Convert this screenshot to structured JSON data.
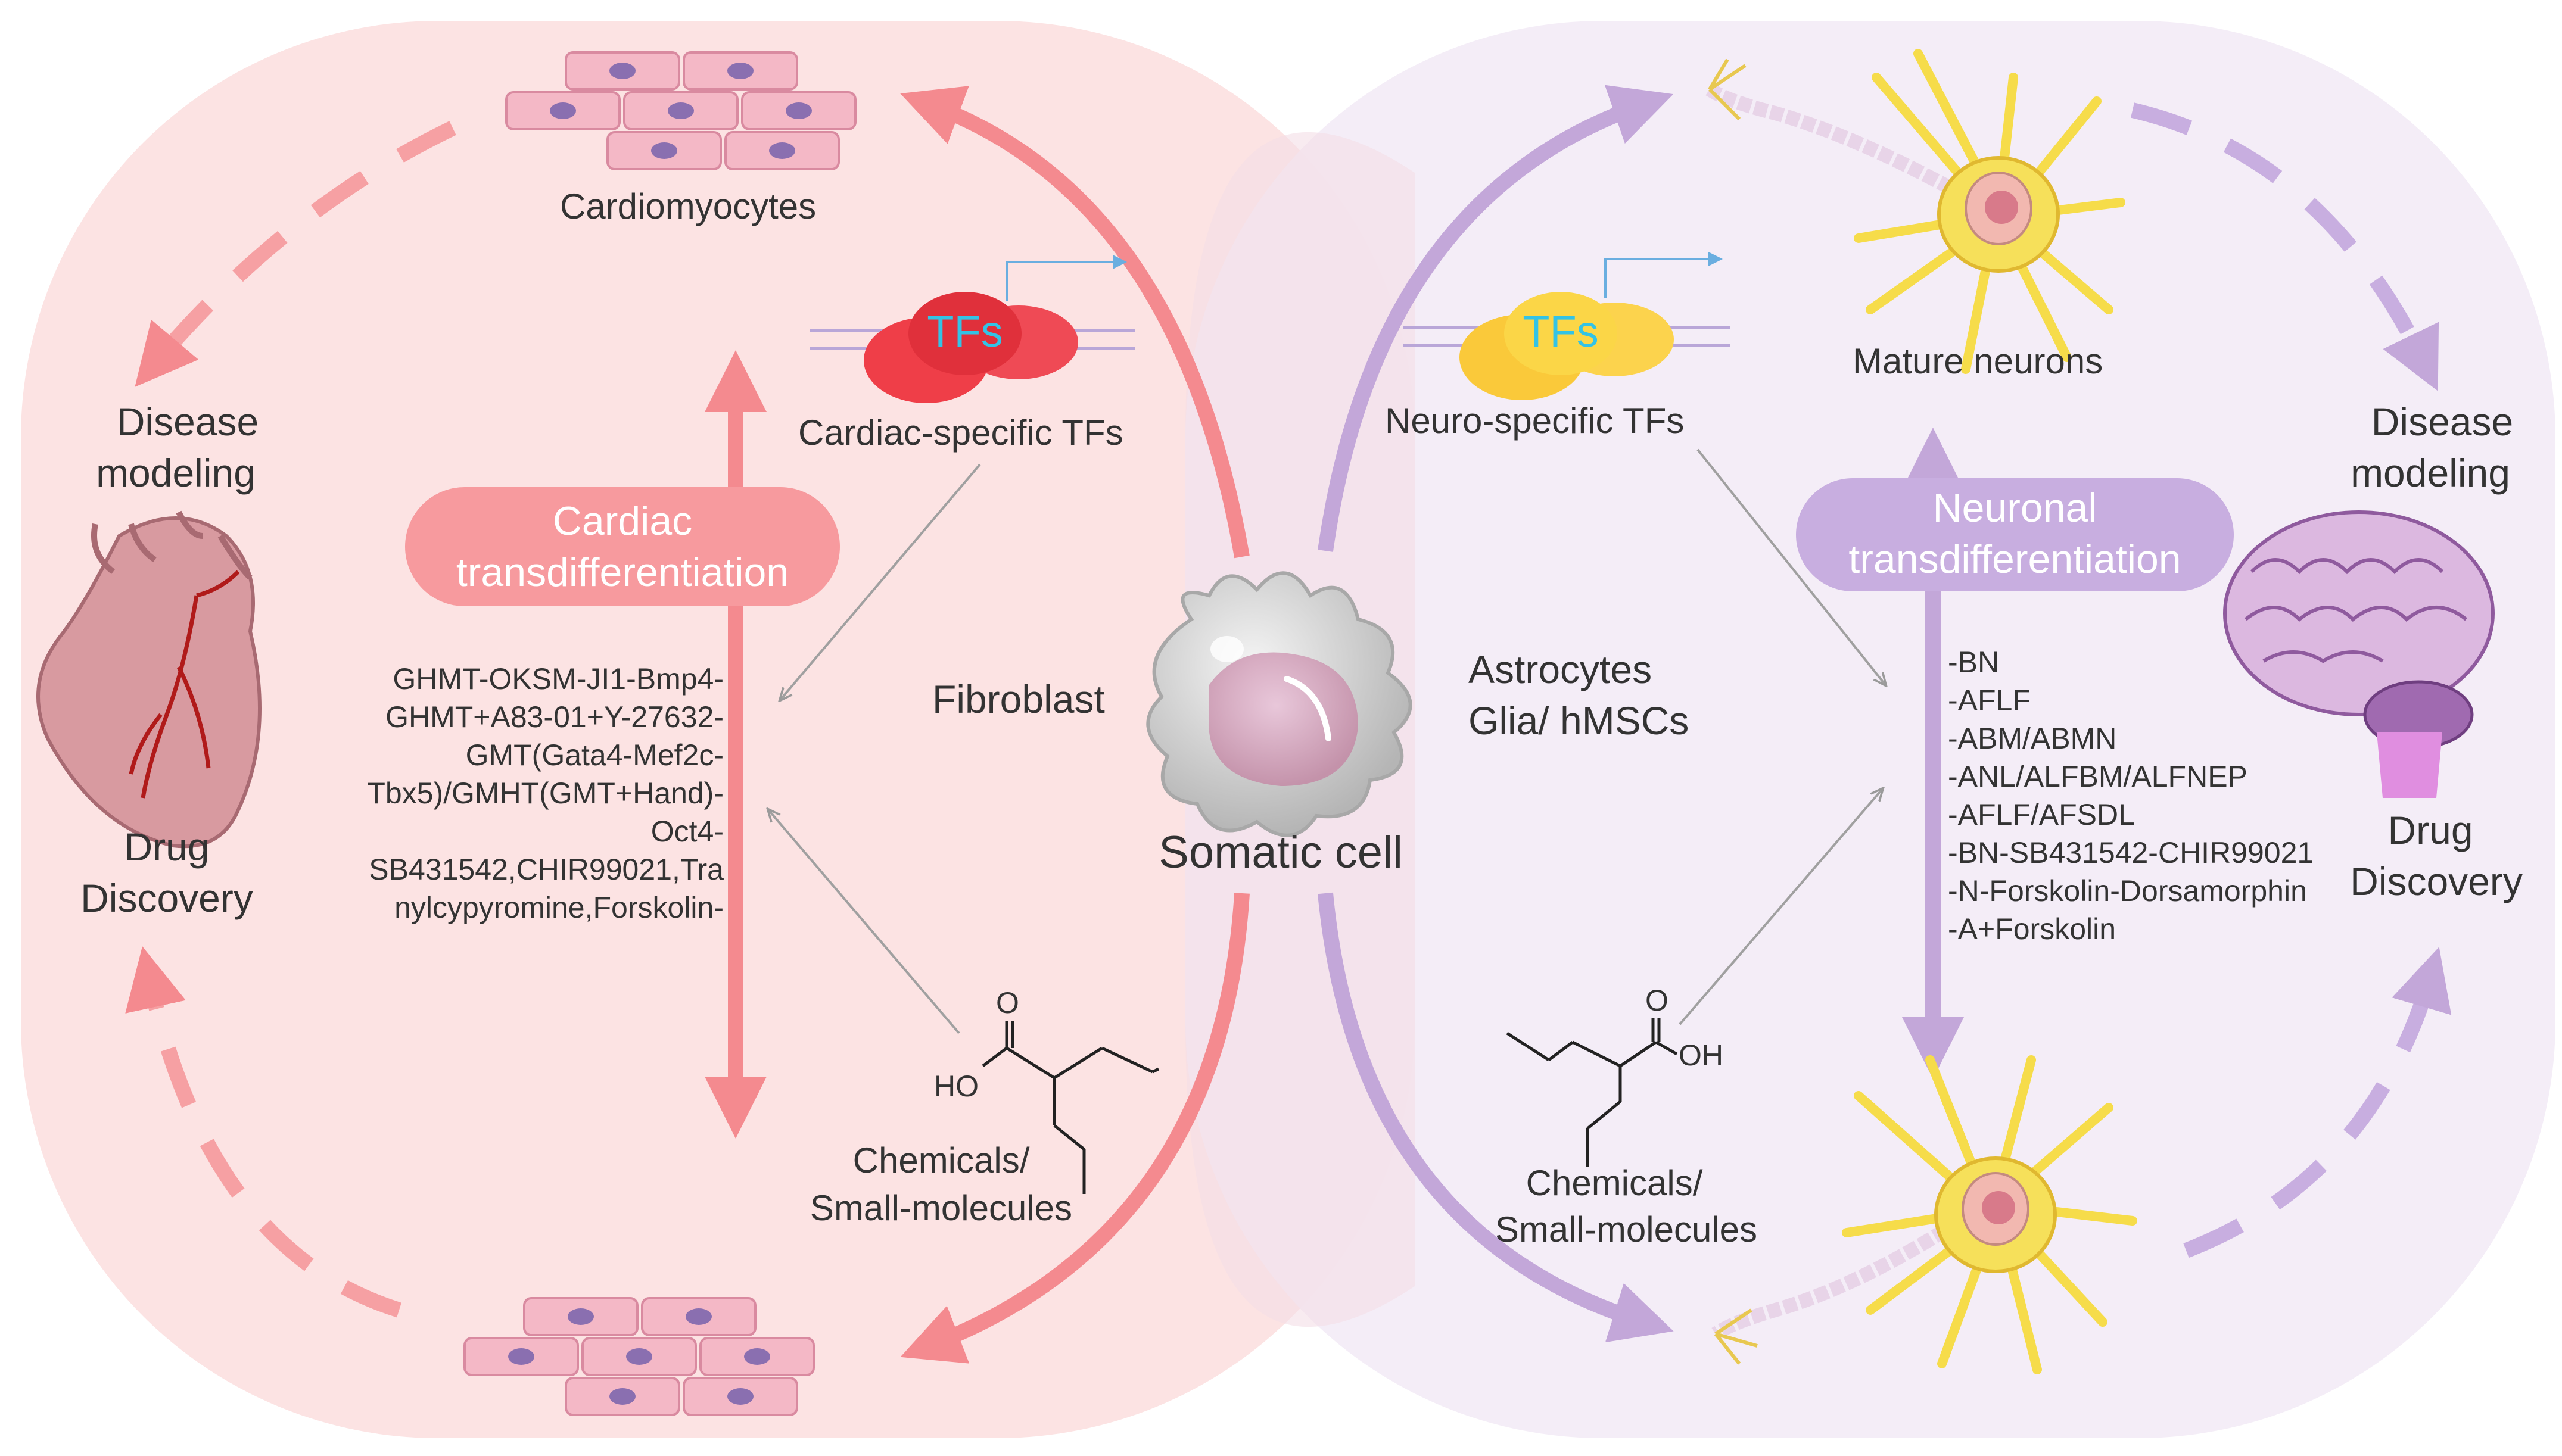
{
  "left": {
    "cell_top": "Cardiomyocytes",
    "tf_badge": "TFs",
    "tf_label": "Cardiac-specific TFs",
    "pill": [
      "Cardiac",
      "transdifferentiation"
    ],
    "source": "Fibroblast",
    "cocktails": [
      "GHMT-OKSM-JI1-Bmp4-",
      "GHMT+A83-01+Y-27632-",
      "GMT(Gata4-Mef2c-",
      "Tbx5)/GMHT(GMT+Hand)-",
      "Oct4-",
      "SB431542,CHIR99021,Tra",
      "nylcypyromine,Forskolin-"
    ],
    "chem_label": [
      "Chemicals/",
      "Small-molecules"
    ],
    "chem_atoms": {
      "o": "O",
      "ho": "HO"
    },
    "disease": [
      "Disease",
      "modeling"
    ],
    "drug": [
      "Drug",
      "Discovery"
    ]
  },
  "right": {
    "cell_top": "Mature neurons",
    "tf_badge": "TFs",
    "tf_label": "Neuro-specific TFs",
    "pill": [
      "Neuronal",
      "transdifferentiation"
    ],
    "source": [
      "Astrocytes",
      "Glia/ hMSCs"
    ],
    "cocktails": [
      "-BN",
      "-AFLF",
      "-ABM/ABMN",
      "-ANL/ALFBM/ALFNEP",
      "-AFLF/AFSDL",
      "-BN-SB431542-CHIR99021",
      "-N-Forskolin-Dorsamorphin",
      "-A+Forskolin"
    ],
    "chem_label": [
      "Chemicals/",
      "Small-molecules"
    ],
    "chem_atoms": {
      "o": "O",
      "oh": "OH"
    },
    "disease": [
      "Disease",
      "modeling"
    ],
    "drug": [
      "Drug",
      "Discovery"
    ]
  },
  "center": {
    "label": "Somatic cell"
  },
  "colors": {
    "cardiac_bg": "#fce3e3",
    "neuro_bg": "#f3ecf6",
    "cardiac_arrow": "#f48a8f",
    "neuro_arrow": "#c3a7d9",
    "cardiac_pill": "#f79a9e",
    "neuro_pill": "#c8aee0",
    "tf_red": "#ef3e48",
    "tf_yellow": "#fcd34d",
    "tf_text": "#33c3e6",
    "text": "#333333"
  }
}
